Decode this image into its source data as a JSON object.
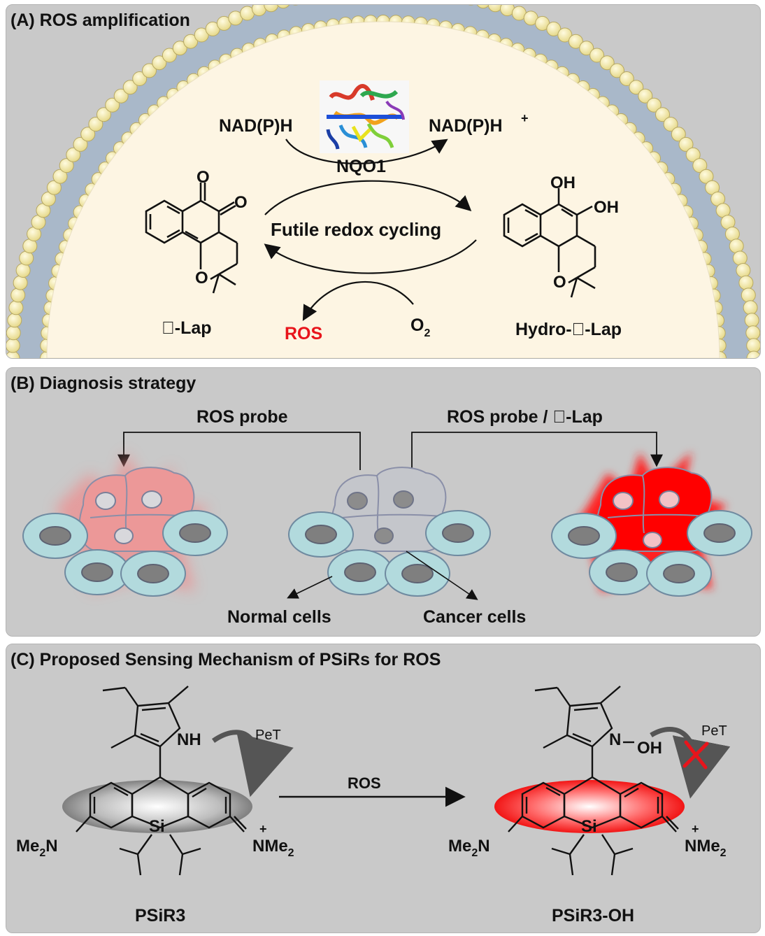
{
  "panel_a": {
    "title": "(A) ROS amplification",
    "nadph": "NAD(P)H",
    "nadph_plus": "NAD(P)H",
    "plus_sign": "+",
    "enzyme": "NQO1",
    "cycle_label": "Futile redox cycling",
    "left_compound": "\u0000-Lap",
    "right_compound": "Hydro-\u0000-Lap",
    "ros": "ROS",
    "o2": "O",
    "o2_sub": "2",
    "oxygen_atom": "O",
    "hydroxyl_1": "OH",
    "hydroxyl_2": "OH",
    "colors": {
      "ros": "#e8141b",
      "membrane_head": "#f4ecaa",
      "membrane_tail": "#9fb1c4",
      "cell_interior": "#fdf5e3"
    }
  },
  "panel_b": {
    "title": "(B) Diagnosis strategy",
    "left_arrow_label": "ROS probe",
    "right_arrow_label": "ROS probe / \u0000-Lap",
    "normal_cells": "Normal cells",
    "cancer_cells": "Cancer cells",
    "colors": {
      "normal_cell": "#b2dadd",
      "weak_glow": "#ef9596",
      "strong_glow": "#ff1a1a",
      "nucleus": "#7f7f7f"
    }
  },
  "panel_c": {
    "title": "(C) Proposed Sensing Mechanism of PSiRs for ROS",
    "reaction_label": "ROS",
    "left": {
      "name": "PSiR3",
      "nh": "NH",
      "pet": "PeT",
      "me2n": "Me",
      "me2n_2": "N",
      "si": "Si",
      "nme2": "NMe",
      "nme2_sub": "2",
      "charge": "+"
    },
    "right": {
      "name": "PSiR3-OH",
      "n": "N",
      "oh": "OH",
      "pet": "PeT",
      "me2n": "Me",
      "me2n_2": "N",
      "si": "Si",
      "nme2": "NMe",
      "nme2_sub": "2",
      "charge": "+"
    },
    "colors": {
      "cross": "#e8141b",
      "highlight": "#ff1a1a"
    }
  }
}
